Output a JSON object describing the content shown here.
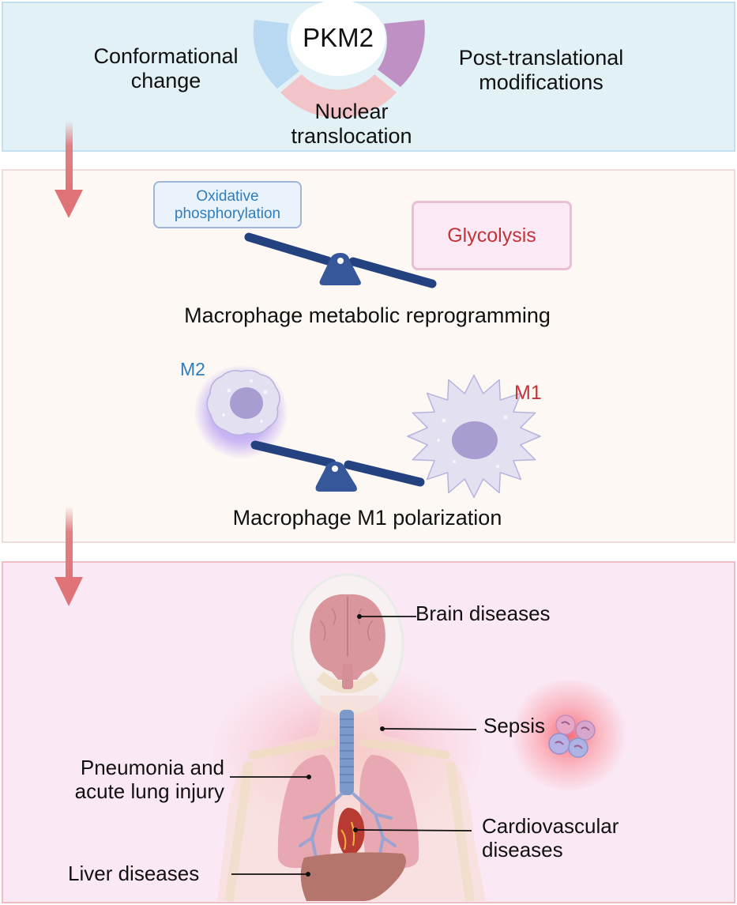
{
  "top_panel": {
    "center_label": "PKM2",
    "left_label_line1": "Conformational",
    "left_label_line2": "change",
    "right_label_line1": "Post-translational",
    "right_label_line2": "modifications",
    "bottom_label_line1": "Nuclear",
    "bottom_label_line2": "translocation",
    "segment_colors": {
      "conformational": "#b8d9f1",
      "nuclear": "#f2c4c8",
      "post_translational": "#be90c4"
    }
  },
  "middle_panel": {
    "oxphos_line1": "Oxidative",
    "oxphos_line2": "phosphorylation",
    "glycolysis": "Glycolysis",
    "metabolic_title": "Macrophage metabolic reprogramming",
    "m2_label": "M2",
    "m1_label": "M1",
    "polarization_title": "Macrophage M1 polarization",
    "colors": {
      "oxphos_text": "#2f7dbd",
      "glycolysis_text": "#c0353a",
      "seesaw": "#24427f",
      "m2_text": "#2f7dbd",
      "m1_text": "#c0353a"
    }
  },
  "bottom_panel": {
    "brain": "Brain diseases",
    "sepsis": "Sepsis",
    "pneumonia_line1": "Pneumonia and",
    "pneumonia_line2": "acute lung injury",
    "cardio_line1": "Cardiovascular",
    "cardio_line2": "diseases",
    "liver": "Liver diseases"
  },
  "arrows": {
    "color": "#e07378"
  }
}
